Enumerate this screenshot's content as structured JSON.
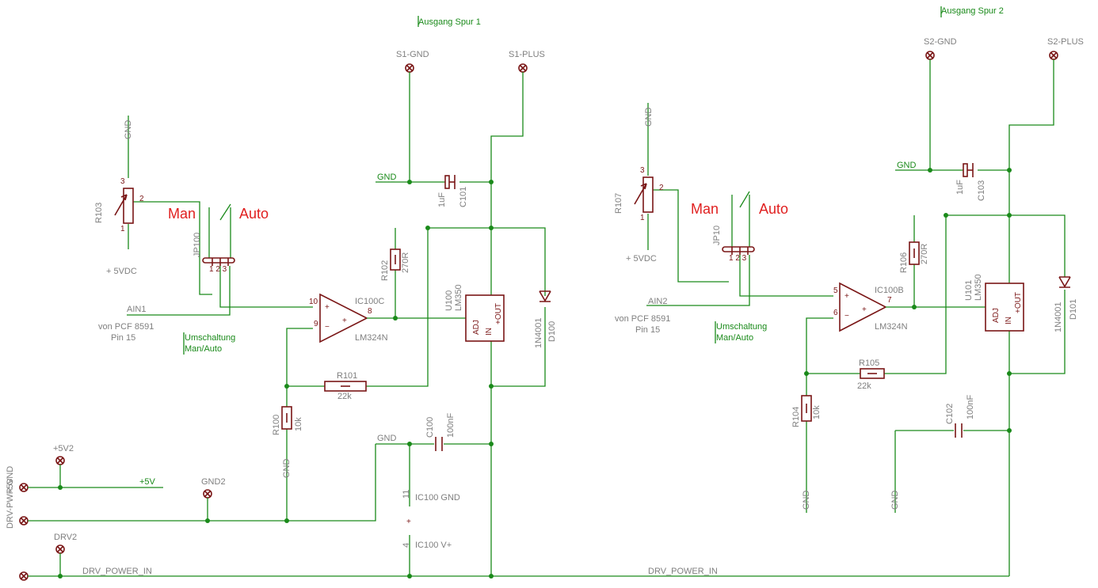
{
  "left": {
    "net_title": "Ausgang Spur 1",
    "gnd_pad": "S1-GND",
    "plus_pad": "S1-PLUS",
    "gnd_top_label": "GND",
    "pot_gnd": "GND",
    "pot_name": "R103",
    "pot_pin3": "3",
    "pot_pin1": "1",
    "pot_pin2": "2",
    "pot_supply": "+ 5VDC",
    "switch_man": "Man",
    "switch_auto": "Auto",
    "jumper": "JP100",
    "jumper_pins": "1 2 3",
    "ain": "AIN1",
    "ain_src_1": "von PCF 8591",
    "ain_src_2": "Pin 15",
    "switch_note_1": "Umschaltung",
    "switch_note_2": "Man/Auto",
    "cap_top_name": "C101",
    "cap_top_value": "1uF",
    "r_top_name": "R102",
    "r_top_value": "270R",
    "opamp_name": "IC100C",
    "opamp_type": "LM324N",
    "opamp_pin_plus": "10",
    "opamp_pin_minus": "9",
    "opamp_pin_out": "8",
    "reg_name": "U100",
    "reg_type": "LM350",
    "reg_adj": "ADJ",
    "reg_in": "IN",
    "reg_out": "+OUT",
    "diode_name": "D100",
    "diode_type": "1N4001",
    "r_fb_name": "R101",
    "r_fb_value": "22k",
    "r_gnd_name": "R100",
    "r_gnd_value": "10k",
    "r_gnd_gnd": "GND",
    "cap_bot_gnd": "GND",
    "cap_bot_name": "C100",
    "cap_bot_value": "100nF",
    "ic_gnd_pin": "11",
    "ic_gnd": "IC100 GND",
    "ic_vplus_pin": "4",
    "ic_vplus": "IC100 V+",
    "plus5v2": "+5V2",
    "plus5v_pad": "+5V",
    "plus5v_net": "+5V",
    "gnd2": "GND2",
    "drvpwr_gnd": "DRV-PWR GND",
    "drv2": "DRV2",
    "drv_in": "DRV_POWER_IN"
  },
  "right": {
    "net_title": "Ausgang Spur 2",
    "gnd_pad": "S2-GND",
    "plus_pad": "S2-PLUS",
    "gnd_top_label": "GND",
    "pot_gnd": "GND",
    "pot_name": "R107",
    "pot_pin3": "3",
    "pot_pin1": "1",
    "pot_pin2": "2",
    "pot_supply": "+ 5VDC",
    "switch_man": "Man",
    "switch_auto": "Auto",
    "jumper": "JP10",
    "jumper_pins": "1 2 3",
    "ain": "AIN2",
    "ain_src_1": "von PCF 8591",
    "ain_src_2": "Pin 15",
    "switch_note_1": "Umschaltung",
    "switch_note_2": "Man/Auto",
    "cap_top_name": "C103",
    "cap_top_value": "1uF",
    "r_top_name": "R106",
    "r_top_value": "270R",
    "opamp_name": "IC100B",
    "opamp_type": "LM324N",
    "opamp_pin_plus": "5",
    "opamp_pin_minus": "6",
    "opamp_pin_out": "7",
    "reg_name": "U101",
    "reg_type": "LM350",
    "reg_adj": "ADJ",
    "reg_in": "IN",
    "reg_out": "+OUT",
    "diode_name": "D101",
    "diode_type": "1N4001",
    "r_fb_name": "R105",
    "r_fb_value": "22k",
    "r_gnd_name": "R104",
    "r_gnd_value": "10k",
    "r_gnd_gnd": "GND",
    "cap_bot_gnd": "GND",
    "cap_bot_name": "C102",
    "cap_bot_value": "100nF",
    "drv_in": "DRV_POWER_IN"
  },
  "colors": {
    "wire": "#1a8a1a",
    "part": "#7a1616",
    "label": "#e02020"
  }
}
